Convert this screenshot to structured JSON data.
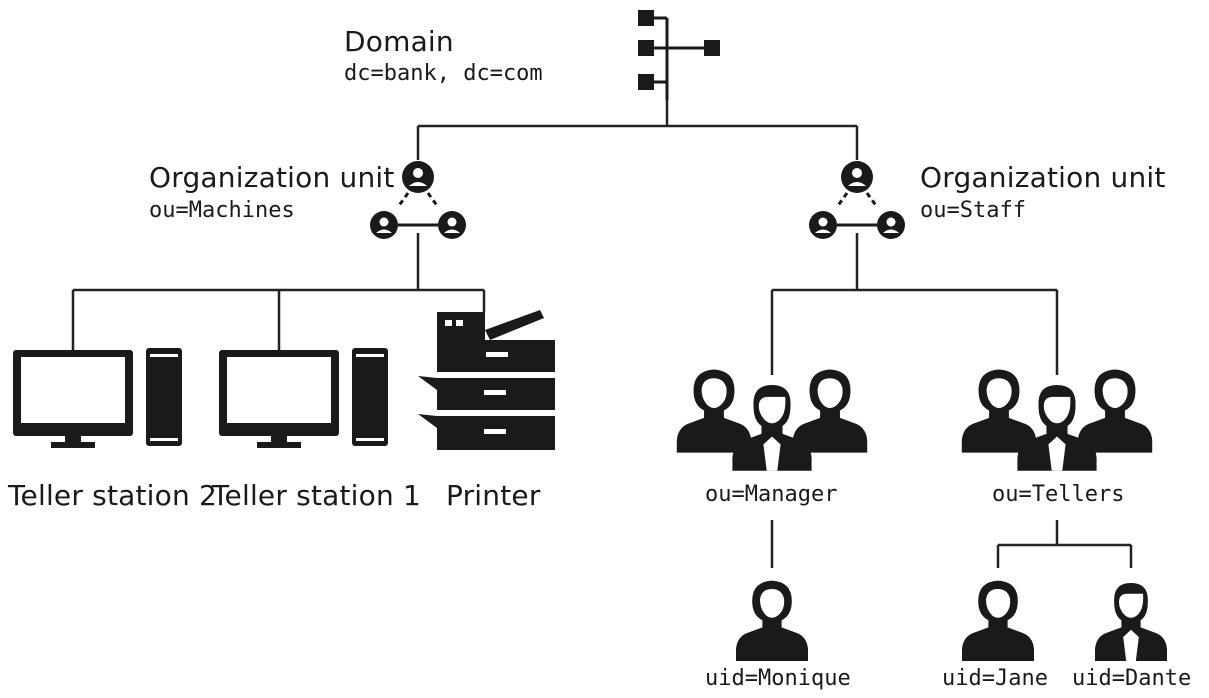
{
  "domain": {
    "title": "Domain",
    "dn": "dc=bank, dc=com"
  },
  "ou_machines": {
    "title": "Organization unit",
    "dn": "ou=Machines"
  },
  "ou_staff": {
    "title": "Organization unit",
    "dn": "ou=Staff"
  },
  "machines": [
    {
      "label": "Teller station 2"
    },
    {
      "label": "Teller station 1"
    },
    {
      "label": "Printer"
    }
  ],
  "groups": [
    {
      "label": "ou=Manager"
    },
    {
      "label": "ou=Tellers"
    }
  ],
  "users": [
    {
      "label": "uid=Monique"
    },
    {
      "label": "uid=Jane"
    },
    {
      "label": "uid=Dante"
    }
  ],
  "colors": {
    "ink": "#1a1a1a",
    "line": "#222222",
    "background": "#ffffff"
  }
}
